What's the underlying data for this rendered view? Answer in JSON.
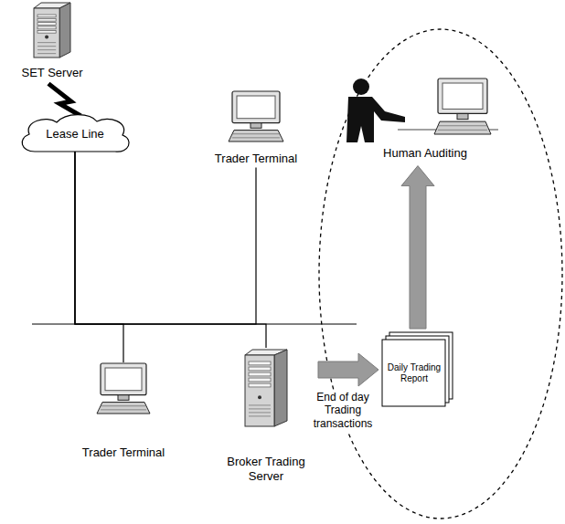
{
  "diagram": {
    "nodes": [
      {
        "text": [
          "SET Server"
        ]
      },
      {
        "text": [
          "Lease Line"
        ]
      },
      {
        "text": [
          "Trader Terminal"
        ]
      },
      {
        "text": [
          "Trader Terminal"
        ]
      },
      {
        "text": [
          "Broker Trading Server"
        ]
      },
      {
        "text": [
          "Human Auditing"
        ]
      },
      {
        "text": [
          "Daily Trading Report"
        ]
      }
    ],
    "edges": [
      {
        "from": 0,
        "to": 1,
        "arrow": "none"
      },
      {
        "from": 1,
        "to": 2,
        "arrow": "none"
      },
      {
        "from": 1,
        "to": 3,
        "arrow": "none"
      },
      {
        "from": 1,
        "to": 4,
        "arrow": "none"
      },
      {
        "from": 4,
        "to": 6,
        "label": "End of day Trading transactions",
        "arrow": "to"
      },
      {
        "from": 6,
        "to": 5,
        "arrow": "to"
      }
    ]
  }
}
